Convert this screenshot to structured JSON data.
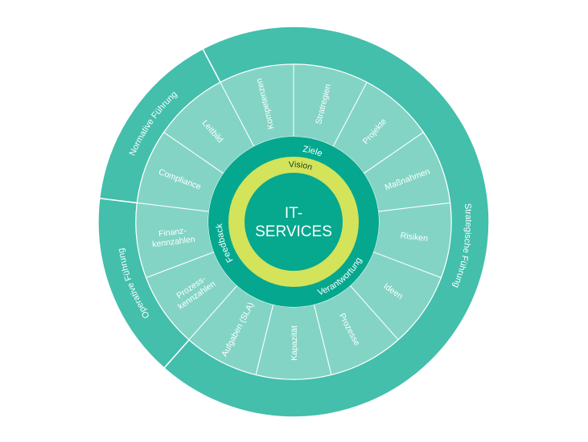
{
  "center": {
    "lines": [
      "IT-",
      "SERVICES"
    ]
  },
  "vision_ring": {
    "label": "Vision"
  },
  "inner_ring": {
    "top_label": "Ziele",
    "left_label": "Feedback",
    "bottom_label": "Verantwortung"
  },
  "segments": [
    {
      "lines": [
        "Stratregien"
      ]
    },
    {
      "lines": [
        "Projekte"
      ]
    },
    {
      "lines": [
        "Maßnahmen"
      ]
    },
    {
      "lines": [
        "Risiken"
      ]
    },
    {
      "lines": [
        "Ideen"
      ]
    },
    {
      "lines": [
        "Prozesse"
      ]
    },
    {
      "lines": [
        "Kapazität"
      ]
    },
    {
      "lines": [
        "Aufgaben (SLA)"
      ]
    },
    {
      "lines": [
        "Prozess-",
        "kennzahlen"
      ]
    },
    {
      "lines": [
        "Finanz-",
        "kennzahlen"
      ]
    },
    {
      "lines": [
        "Compliance"
      ]
    },
    {
      "lines": [
        "Leitbild"
      ]
    },
    {
      "lines": [
        "Kompetenzen"
      ]
    }
  ],
  "outer_sections": [
    {
      "label": "Strategische Führung"
    },
    {
      "label": "Normative Führung"
    },
    {
      "label": "Operative Führung"
    }
  ],
  "colors": {
    "outer": "#43bfac",
    "middle": "#83d4c5",
    "inner": "#05a88e",
    "vision": "#d3e35a",
    "core": "#06a88e",
    "divider": "#ffffff"
  }
}
